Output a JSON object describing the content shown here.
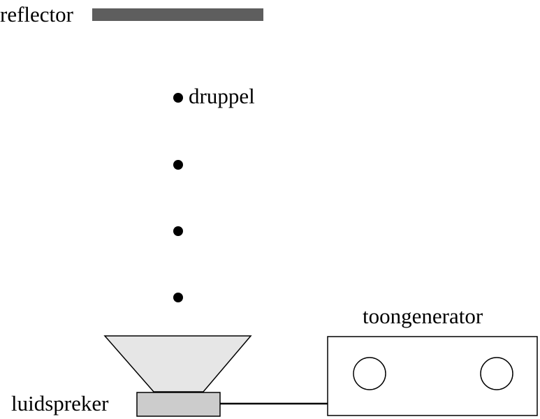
{
  "labels": {
    "reflector": "reflector",
    "droplet": "druppel",
    "tone_generator": "toongenerator",
    "loudspeaker": "luidspreker"
  },
  "colors": {
    "reflector": "#5e5e5e",
    "horn_fill": "#e6e6e6",
    "speaker_body": "#cccccc",
    "line": "#000000",
    "background": "#ffffff"
  }
}
